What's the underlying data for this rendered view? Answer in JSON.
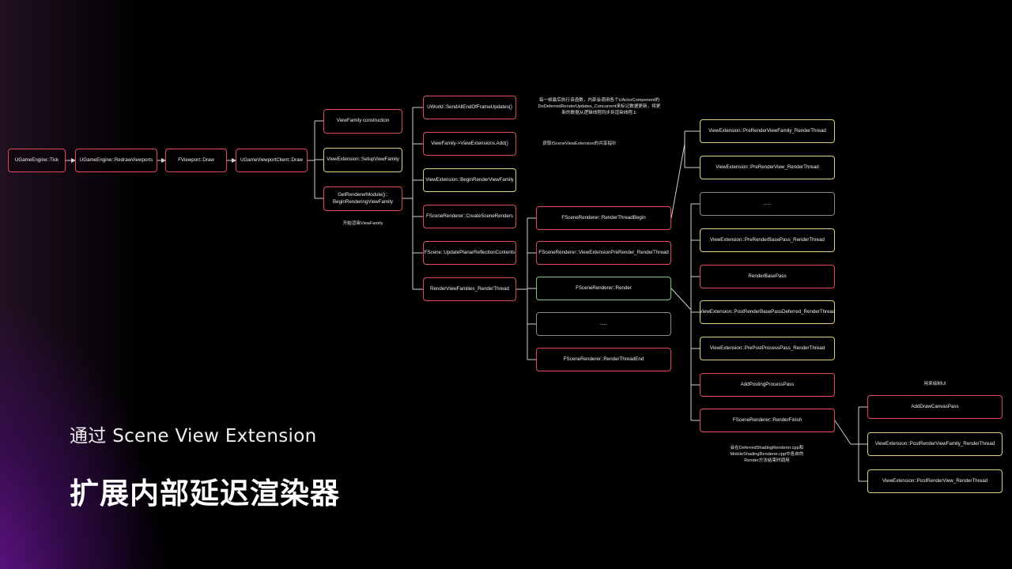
{
  "slide": {
    "subtitle": "通过 Scene View Extension",
    "title": "扩展内部延迟渲染器"
  },
  "colors": {
    "red": "#e04a5a",
    "yellow": "#d9d27a",
    "green": "#7fc77f",
    "gray": "#8a8a8a",
    "line": "#d0d0d0"
  },
  "diagram": {
    "nodes": {
      "tick": "UGameEngine::Tick",
      "redraw": "UGameEngine::RedrawViewports",
      "fviewport_draw": "FViewport::Draw",
      "client_draw": "UGameViewportClient::Draw",
      "viewfamily_construction": "ViewFamily construction",
      "setup_viewfamily": "ViewExtension::SetupViewFamily",
      "begin_rendering": "GetRendererModule()::\nBeginRenderingViewFamily",
      "send_all_end": "UWorld::SendAllEndOfFrameUpdates()",
      "extensions_add": "ViewFamily->ViewExtensions.Add()",
      "begin_render_vf": "ViewExtension::BeginRenderViewFamily",
      "create_scene_renderers": "FSceneRenderer::CreateSceneRenders",
      "update_planar": "FScene::UpdatePlanarReflectionContents",
      "render_vf_rt": "RenderViewFamilies_RenderThread",
      "rt_begin": "FSceneRenderer::RenderThreadBegin",
      "ext_pre_render": "FSceneRenderer::ViewExtensionPreRender_RenderThread",
      "scene_render": "FSceneRenderer::Render",
      "mid_ellipsis": "......",
      "rt_end": "FSceneRenderer::RenderThreadEnd",
      "pre_render_vf_rt": "ViewExtension::PreRenderViewFamily_RenderThread",
      "pre_render_view_rt": "ViewExtension::PreRenderView_RenderThread",
      "right_ellipsis": "......",
      "pre_base_pass": "ViewExtension::PreRenderBasePass_RenderThread",
      "render_base_pass": "RenderBasePass",
      "post_base_pass": "ViewExtension::PostRenderBasePassDeferred_RenderThread",
      "pre_post_process": "ViewExtension::PrePostProcessPass_RenderThread",
      "add_post_process": "AddPostingProcessPass",
      "render_finish": "FSceneRenderer::RenderFinish",
      "add_draw_canvas": "AddDrawCanvasPass",
      "post_render_vf_rt": "ViewExtension::PostRenderViewFamily_RenderThread",
      "post_render_view_rt": "ViewExtension::PostRenderView_RenderThread"
    },
    "notes": {
      "begin_vf_note": "开始渲染ViewFamily",
      "frame_note": "每一帧最后执行该函数，内部会调用各个UActorComponent的\nDoDeferredRenderUpdates_Concurrent来标记数据更新，将更\n新的数据从逻辑线程同步到渲染线程上",
      "extension_note": "获取ISceneViewExtension的共享指针",
      "ui_note": "用来绘制UI",
      "finish_note": "会在DeferredShadingRenderer.cpp和\nMobileShadingRenderer.cpp中各自的\nRender方法结束时调用"
    }
  }
}
